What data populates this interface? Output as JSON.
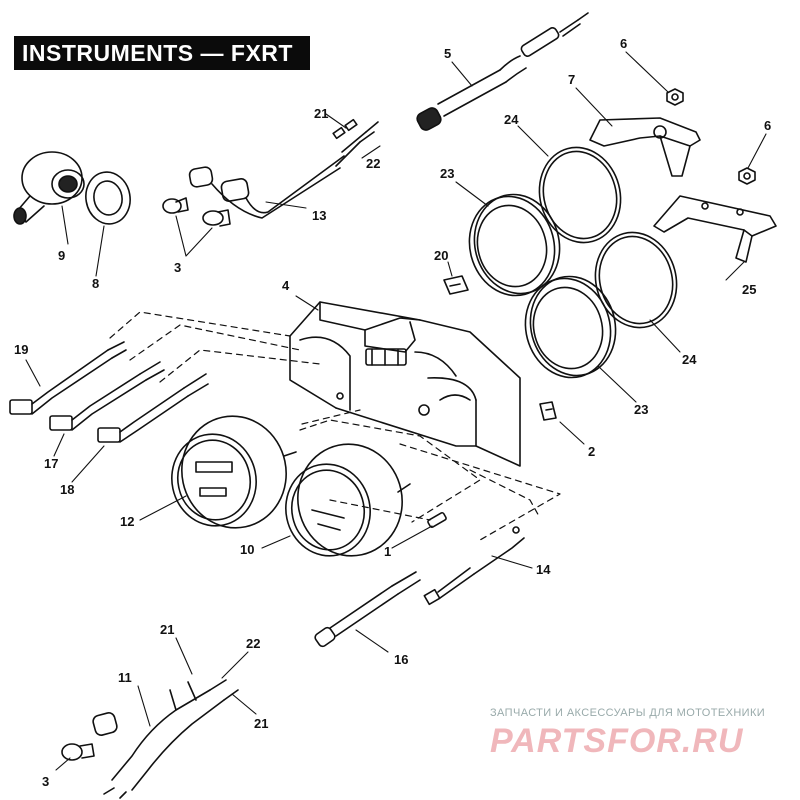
{
  "title": "INSTRUMENTS — FXRT",
  "callouts": {
    "c1": "1",
    "c2": "2",
    "c3a": "3",
    "c3b": "3",
    "c4": "4",
    "c5": "5",
    "c6a": "6",
    "c6b": "6",
    "c7": "7",
    "c8": "8",
    "c9": "9",
    "c10": "10",
    "c11": "11",
    "c12": "12",
    "c13": "13",
    "c14": "14",
    "c16": "16",
    "c17": "17",
    "c18": "18",
    "c19": "19",
    "c20": "20",
    "c21a": "21",
    "c21b": "21",
    "c21c": "21",
    "c22a": "22",
    "c22b": "22",
    "c23a": "23",
    "c23b": "23",
    "c24a": "24",
    "c24b": "24",
    "c25": "25"
  },
  "watermark": {
    "tagline": "ЗАПЧАСТИ И АКСЕССУАРЫ ДЛЯ МОТОТЕХНИКИ",
    "brand": "PARTSFOR.RU"
  }
}
